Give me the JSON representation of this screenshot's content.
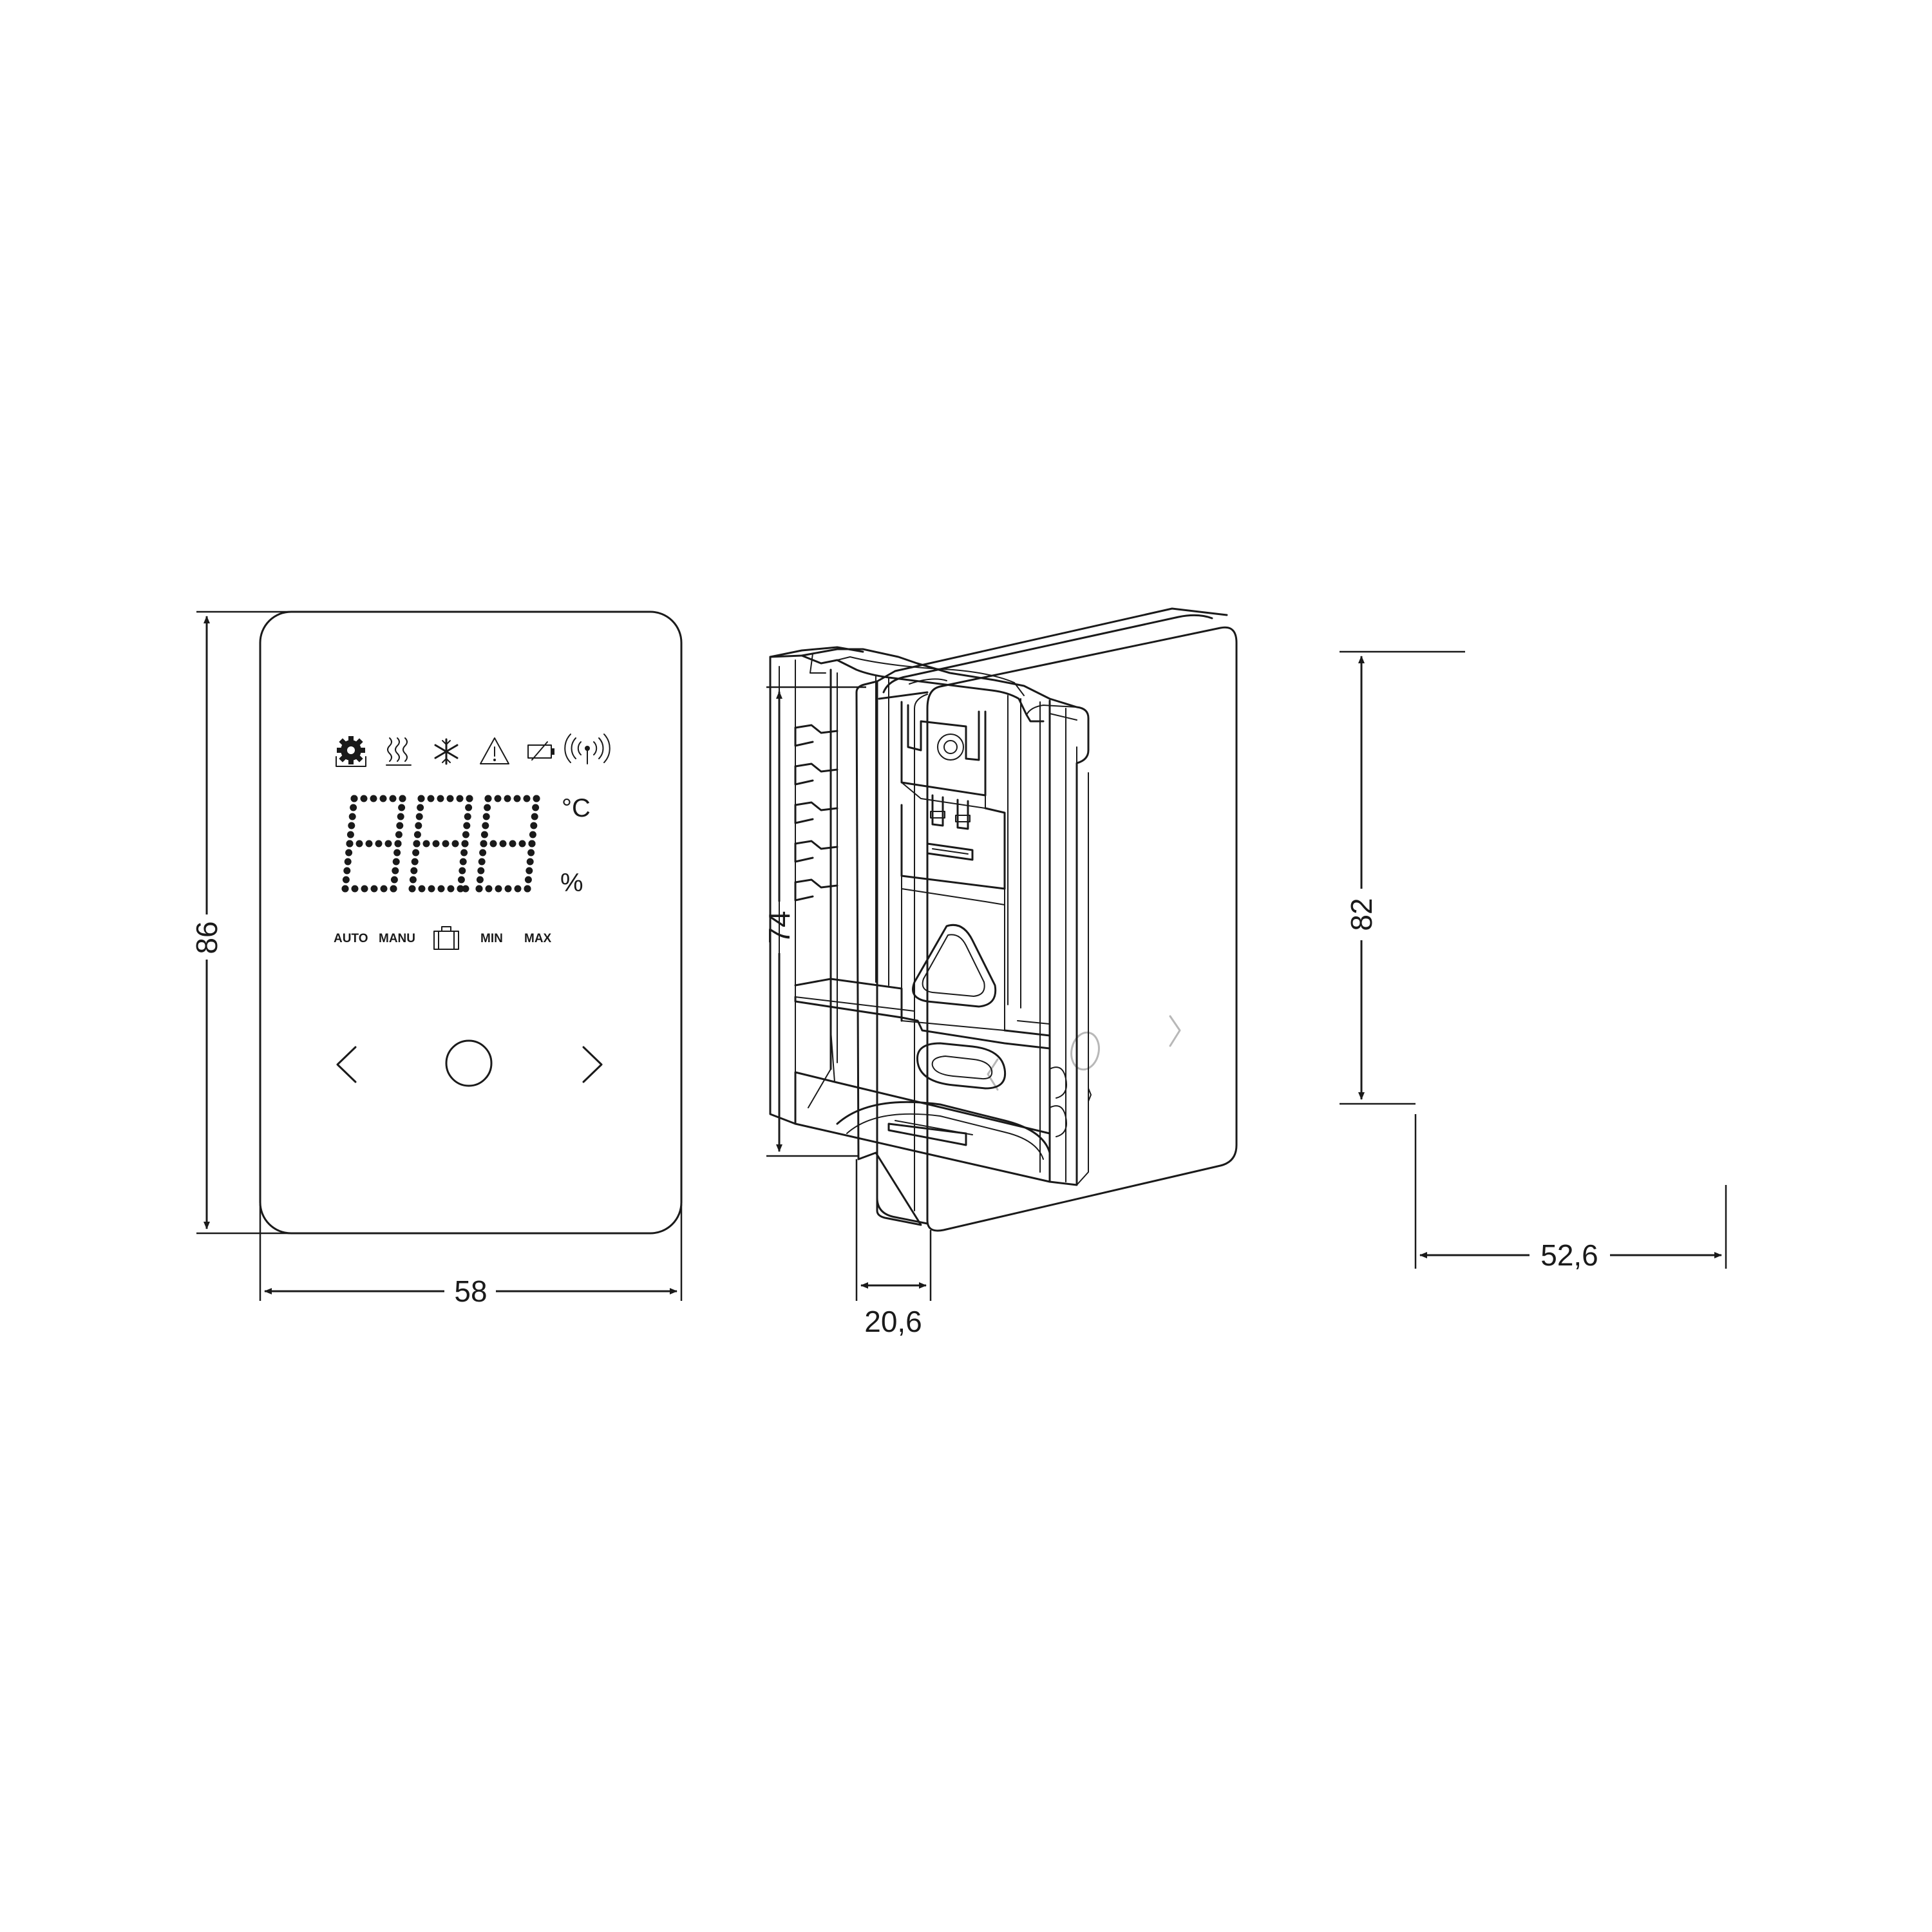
{
  "dimensions": {
    "front_height": "86",
    "front_width": "58",
    "side_height": "74",
    "side_depth": "20,6",
    "back_height": "82",
    "back_width": "52,6"
  },
  "display": {
    "digits": "88.8",
    "unit_celsius": "°C",
    "unit_percent": "%",
    "status_icons": [
      "gear-icon",
      "heating-icon",
      "snowflake-icon",
      "warning-icon",
      "battery-low-icon",
      "wireless-signal-icon"
    ],
    "modes": {
      "auto": "AUTO",
      "manu": "MANU",
      "away_icon": "suitcase-icon",
      "min": "MIN",
      "max": "MAX"
    }
  },
  "controls": [
    "chevron-left-icon",
    "power-ring-icon",
    "chevron-right-icon"
  ]
}
